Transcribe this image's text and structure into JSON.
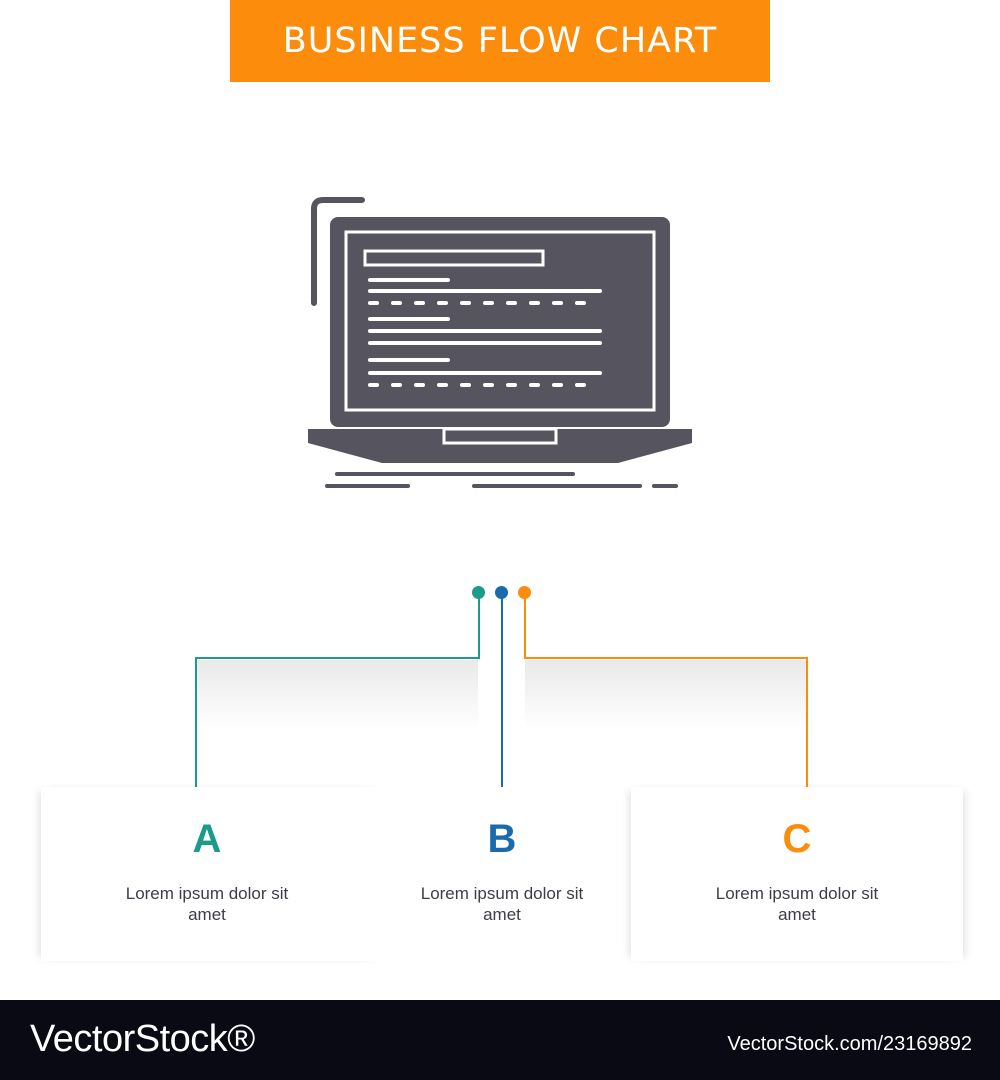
{
  "header": {
    "title": "BUSINESS FLOW CHART"
  },
  "colors": {
    "banner": "#fb8c0c",
    "icon": "#56545f",
    "teal": "#1d9b8a",
    "blue": "#1b6aad",
    "orange": "#fb8c0c",
    "text": "#3d3d46"
  },
  "icon": {
    "name": "laptop-code-icon"
  },
  "steps": [
    {
      "letter": "A",
      "text": "Lorem ipsum dolor sit amet",
      "color": "#1d9b8a"
    },
    {
      "letter": "B",
      "text": "Lorem ipsum dolor sit amet",
      "color": "#1b6aad"
    },
    {
      "letter": "C",
      "text": "Lorem ipsum dolor sit amet",
      "color": "#fb8c0c"
    }
  ],
  "footer": {
    "brand": "VectorStock®",
    "image_id": "VectorStock.com/23169892"
  }
}
